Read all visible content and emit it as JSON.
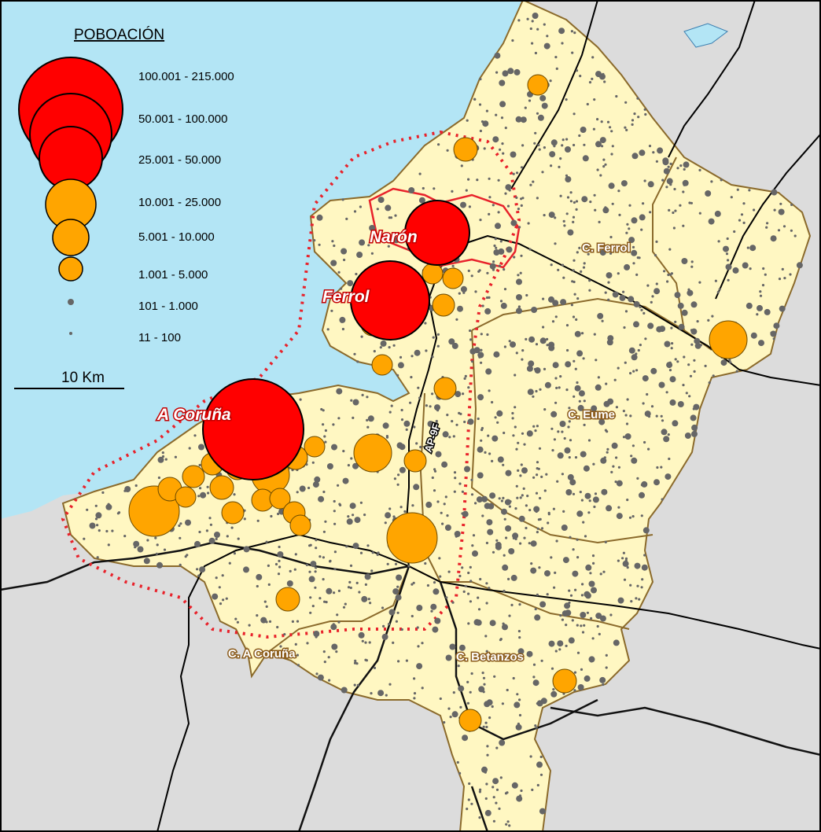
{
  "legend": {
    "title": "POBOACIÓN",
    "classes": [
      {
        "label": "100.001 - 215.000",
        "type": "circle",
        "color": "#ff0000"
      },
      {
        "label": "50.001 - 100.000",
        "type": "circle",
        "color": "#ff0000"
      },
      {
        "label": "25.001 - 50.000",
        "type": "circle",
        "color": "#ff0000"
      },
      {
        "label": "10.001 - 25.000",
        "type": "circle",
        "color": "#ffa500"
      },
      {
        "label": "5.001 - 10.000",
        "type": "circle",
        "color": "#ffa500"
      },
      {
        "label": "1.001 - 5.000",
        "type": "circle",
        "color": "#ffa500"
      },
      {
        "label": "101 - 1.000",
        "type": "dot",
        "color": "#666666"
      },
      {
        "label": "11 - 100",
        "type": "dot",
        "color": "#666666"
      }
    ],
    "scale_label": "10 Km"
  },
  "cities": {
    "a_coruna": "A Coruña",
    "ferrol": "Ferrol",
    "naron": "Narón"
  },
  "comarcas": {
    "ferrol": "C. Ferrol",
    "eume": "C. Eume",
    "a_coruna": "C. A Coruña",
    "betanzos": "C. Betanzos"
  },
  "road": "AP-9F",
  "colors": {
    "sea": "#b3e5f5",
    "land_study": "#fff7c2",
    "land_outside": "#dcdcdc",
    "large_city": "#ff0000",
    "medium_city": "#ffa500",
    "settlement": "#666666",
    "metro_outline": "#e8222b",
    "comarca_border": "#8b6a2b"
  }
}
